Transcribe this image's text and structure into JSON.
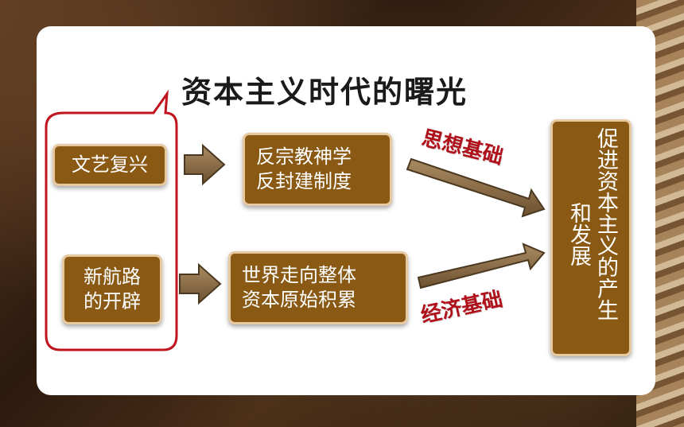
{
  "title": "资本主义时代的曙光",
  "sources": [
    {
      "label": "文艺复兴"
    },
    {
      "label_line1": "新航路",
      "label_line2": "的开辟"
    }
  ],
  "effects": [
    {
      "line1": "反宗教神学",
      "line2": "反封建制度"
    },
    {
      "line1": "世界走向整体",
      "line2": "资本原始积累"
    }
  ],
  "foundations": {
    "ideological": "思想基础",
    "economic": "经济基础"
  },
  "result": {
    "column1": "促进资本主义的产生",
    "column2": "和发展"
  },
  "colors": {
    "box_fill": "#8a5a14",
    "box_border": "#e7c9a0",
    "arrow_fill": "#8a6a3c",
    "bubble_stroke": "#c0141e",
    "tag_text": "#b0101a"
  }
}
